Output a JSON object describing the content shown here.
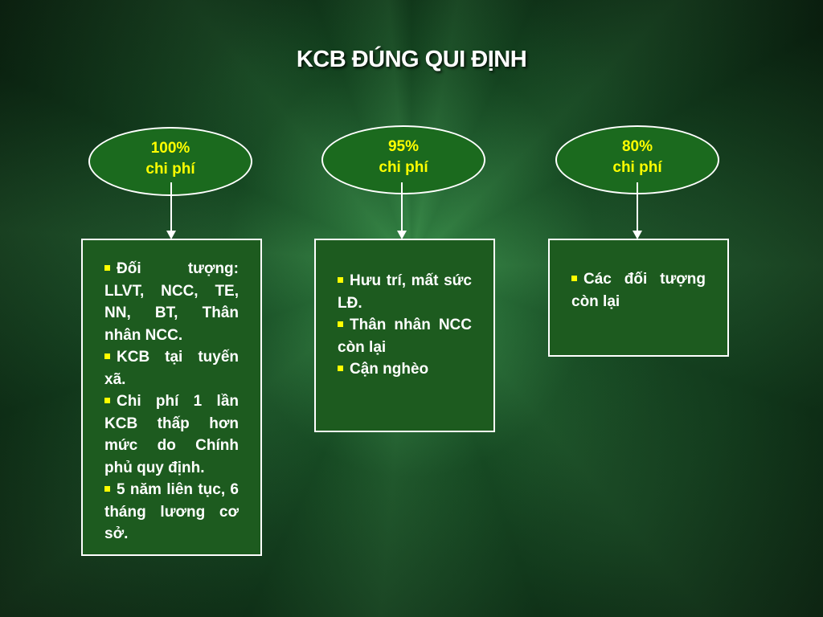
{
  "title": "KCB ĐÚNG QUI ĐỊNH",
  "colors": {
    "oval_fill": "#1b6a1e",
    "oval_text": "#ffff00",
    "box_fill": "#1d5b1f",
    "bullet": "#ffff00",
    "border": "#ffffff"
  },
  "levels": [
    {
      "percent": "100%",
      "label": "chi phí",
      "items": [
        "Đối tượng: LLVT, NCC, TE, NN, BT, Thân nhân NCC.",
        "KCB tại tuyến xã.",
        "Chi phí 1 lần KCB thấp hơn mức do Chính phủ quy định.",
        "5 năm liên tục, 6 tháng lương cơ sở."
      ]
    },
    {
      "percent": "95%",
      "label": "chi phí",
      "items": [
        "Hưu trí, mất sức LĐ.",
        "Thân nhân NCC còn lại",
        "Cận nghèo"
      ]
    },
    {
      "percent": "80%",
      "label": "chi phí",
      "items": [
        "Các đối tượng còn lại"
      ]
    }
  ]
}
